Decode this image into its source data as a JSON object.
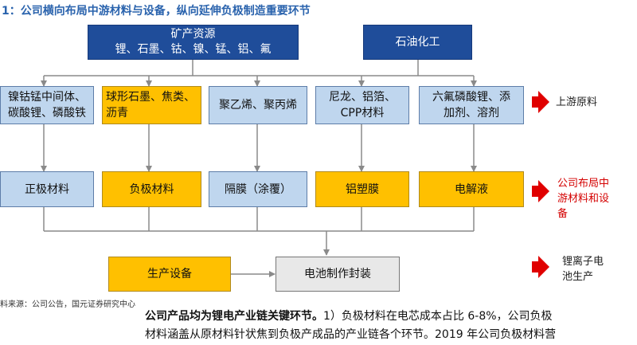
{
  "title": "1：公司横向布局中游材料与设备，纵向延伸负极制造重要环节",
  "boxes": {
    "mineral_title": "矿产资源",
    "mineral_items": "锂、石墨、钴、镍、锰、铝、氟",
    "petro": "石油化工",
    "raw1": "镍钴锰中间体、\n碳酸锂、磷酸铁",
    "raw2": "球形石墨、焦类、\n沥青",
    "raw3": "聚乙烯、聚丙烯",
    "raw4": "尼龙、铝箔、\nCPP材料",
    "raw5": "六氟磷酸锂、添\n加剂、溶剂",
    "mid1": "正极材料",
    "mid2": "负极材料",
    "mid3": "隔膜（涂覆）",
    "mid4": "铝塑膜",
    "mid5": "电解液",
    "equip": "生产设备",
    "cell": "电池制作封装"
  },
  "side_labels": {
    "upstream": "上游原料",
    "midstream": "公司布局中\n游材料和设\n备",
    "battery": "锂离子电\n池生产"
  },
  "source": "料来源：公司公告，国元证券研究中心",
  "body_text": {
    "line1": "公司产品均为锂电产业链关键环节。1）负极材料在电芯成本占比 6-8%，公司负极",
    "line1_bold": "公司产品均为锂电产业链关键环节。",
    "line1_rest": "1）负极材料在电芯成本占比 6-8%，公司负极",
    "line2": "材料涵盖从原材料针状焦到负极产成品的产业链各个环节。2019 年公司负极材料营"
  },
  "colors": {
    "dark_blue": "#1f4d9a",
    "light_blue": "#bfd6ee",
    "gold": "#ffc000",
    "grey": "#e8e8e8",
    "red_arrow": "#e00000",
    "title_blue": "#2a63ad"
  }
}
